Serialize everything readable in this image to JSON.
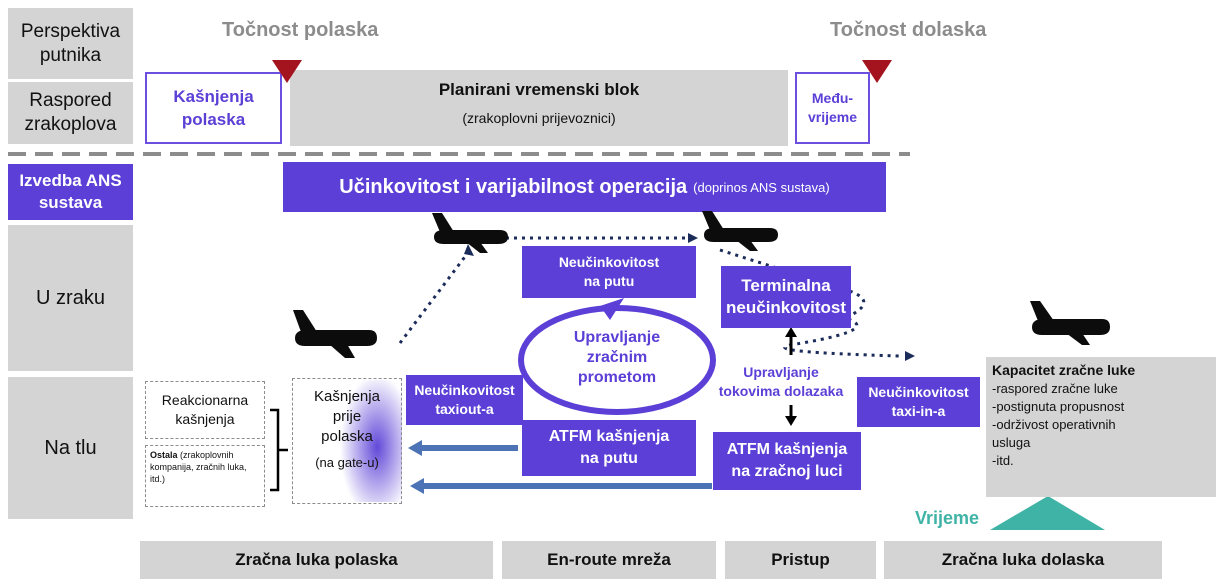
{
  "left_labels": {
    "perspektiva": "Perspektiva\nputnika",
    "raspored": "Raspored\nzrakoplova",
    "izvedba": "Izvedba ANS\nsustava",
    "u_zraku": "U zraku",
    "na_tlu": "Na tlu"
  },
  "headers": {
    "tocnost_polaska": "Točnost polaska",
    "tocnost_dolaska": "Točnost dolaska"
  },
  "top_blocks": {
    "kasnjenja_polaska": "Kašnjenja\npolaska",
    "planirani_title": "Planirani vremenski blok",
    "planirani_sub": "(zrakoplovni prijevoznici)",
    "medjuvrijeme": "Među-\nvrijeme"
  },
  "banner": {
    "main": "Učinkovitost i varijabilnost operacija",
    "sub": "(doprinos ANS sustava)"
  },
  "boxes": {
    "neucinkovitost_na_putu": "Neučinkovitost\nna putu",
    "terminalna": "Terminalna\nneučinkovitost",
    "upravljanje_zp": "Upravljanje\nzračnim\nprometom",
    "upravljanje_td": "Upravljanje\ntokovima dolazaka",
    "taxiout": "Neučinkovitost\ntaxiout-a",
    "taxiin": "Neučinkovitost\ntaxi-in-a",
    "atfm_na_putu": "ATFM kašnjenja\nna putu",
    "atfm_zracna_luka": "ATFM kašnjenja\nna zračnoj luci",
    "reakcionarna": "Reakcionarna\nkašnjenja",
    "ostala_bold": "Ostala",
    "ostala_rest": " (zrakoplovnih kompanija, zračnih luka, itd.)",
    "kasnjenja_prije": "Kašnjenja\nprije\npolaska",
    "na_gate": "(na gate-u)"
  },
  "kapacitet": {
    "title": "Kapacitet zračne luke",
    "items": "-raspored zračne luke\n-postignuta propusnost\n-održivost operativnih\n  usluga\n            -itd."
  },
  "vrijeme": "Vrijeme",
  "footer": {
    "polaska": "Zračna luka polaska",
    "enroute": "En-route mreža",
    "pristup": "Pristup",
    "dolaska": "Zračna luka dolaska"
  },
  "colors": {
    "purple": "#5b3fd6",
    "gray": "#d4d4d4",
    "red_marker": "#a3141e",
    "teal": "#3fb3a6",
    "arrow_blue": "#4b73b5"
  }
}
